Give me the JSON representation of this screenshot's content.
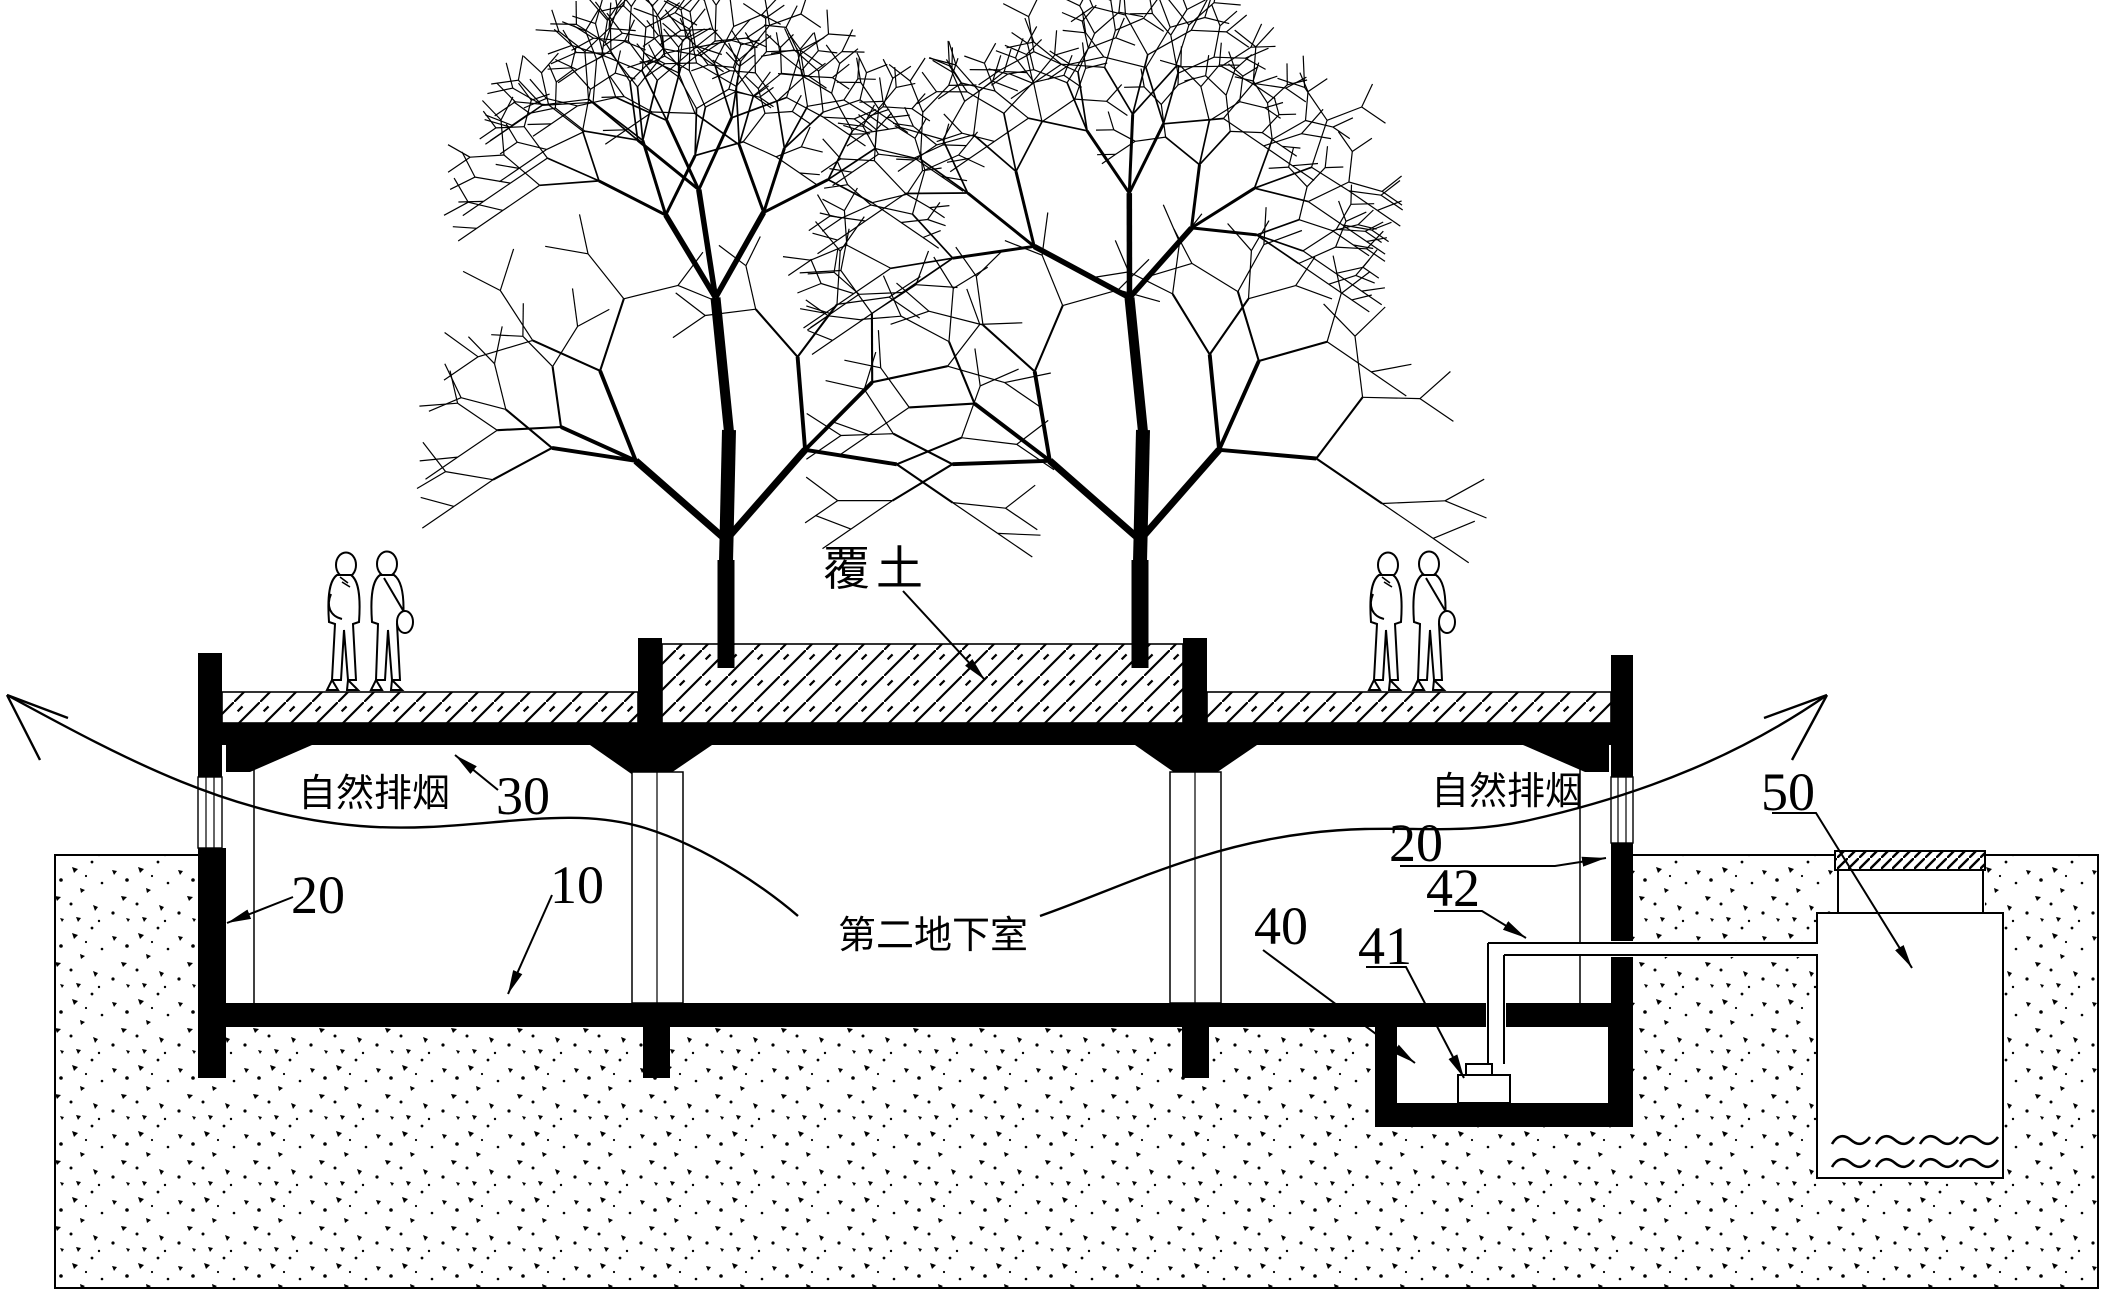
{
  "figure": {
    "labels": {
      "cover_soil": "覆土",
      "smoke_left": "自然排烟",
      "smoke_right": "自然排烟",
      "basement": "第二地下室"
    },
    "refs": {
      "r10": "10",
      "r20_left": "20",
      "r20_right": "20",
      "r30": "30",
      "r40": "40",
      "r41": "41",
      "r42": "42",
      "r50": "50"
    },
    "colors": {
      "ink": "#000000",
      "paper": "#ffffff"
    }
  }
}
